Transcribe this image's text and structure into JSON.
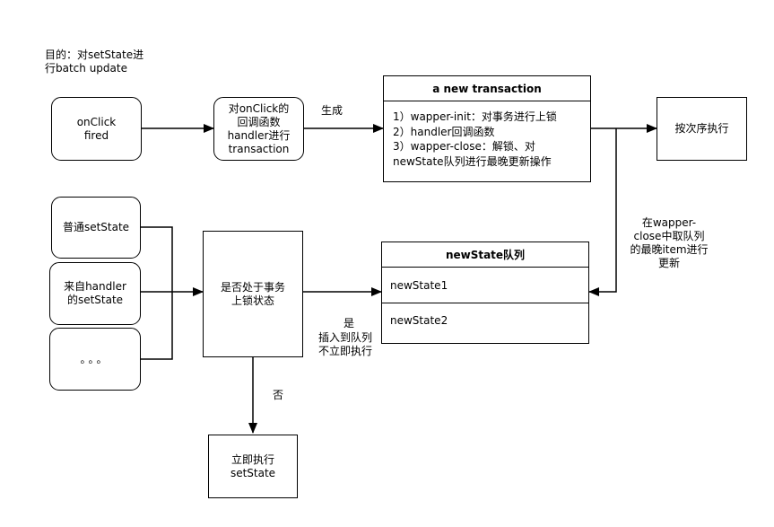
{
  "goal_note": "目的：对setState进\n行batch update",
  "nodes": {
    "onclick": "onClick\nfired",
    "handler": "对onClick的\n回调函数\nhandler进行\ntransaction",
    "sequential": "按次序执行",
    "normal_setstate": "普通setState",
    "handler_setstate": "来自handler\n的setState",
    "ellipsis": "。。。",
    "lock_check": "是否处于事务\n上锁状态",
    "immediate": "立即执行\nsetState"
  },
  "transaction": {
    "title": "a new transaction",
    "steps": [
      "1）wapper-init：对事务进行上锁",
      "2）handler回调函数",
      "3）wapper-close：解锁、对\nnewState队列进行最晚更新操作"
    ]
  },
  "queue": {
    "title": "newState队列",
    "items": [
      "newState1",
      "newState2"
    ]
  },
  "edge_labels": {
    "generate": "生成",
    "close_update": "在wapper-\nclose中取队列\n的最晚item进行\n更新",
    "yes": "是",
    "yes_detail": "插入到队列\n不立即执行",
    "no": "否"
  }
}
